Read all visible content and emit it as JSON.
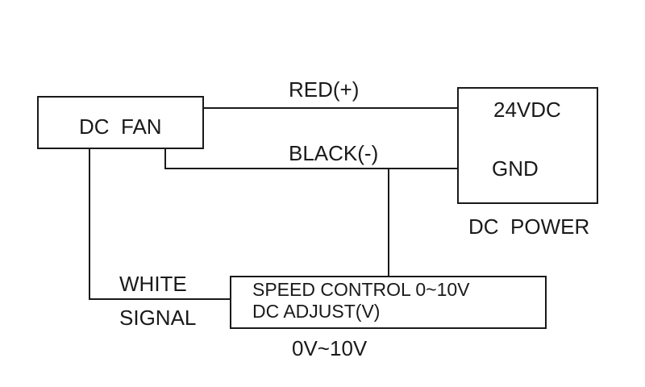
{
  "diagram": {
    "title": "DC fan 0-10V speed control wiring",
    "blocks": {
      "fan": {
        "label": "DC  FAN"
      },
      "power": {
        "terminal_positive": "24VDC",
        "terminal_ground": "GND",
        "caption": "DC  POWER"
      },
      "controller": {
        "line1": "SPEED CONTROL 0~10V",
        "line2": "DC ADJUST(V)",
        "caption": "0V~10V"
      }
    },
    "wires": {
      "red": {
        "label": "RED(+)"
      },
      "black": {
        "label": "BLACK(-)"
      },
      "white": {
        "label_top": "WHITE",
        "label_bottom": "SIGNAL"
      }
    },
    "colors": {
      "line": "#1a1a1a",
      "background": "#ffffff"
    }
  }
}
